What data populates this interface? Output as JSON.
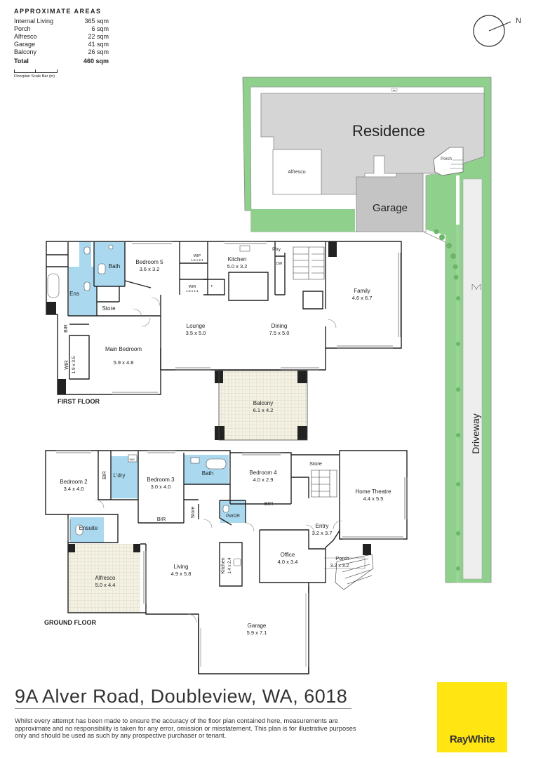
{
  "areas": {
    "heading": "APPROXIMATE AREAS",
    "rows": [
      {
        "label": "Internal Living",
        "value": "365 sqm"
      },
      {
        "label": "Porch",
        "value": "6 sqm"
      },
      {
        "label": "Alfresco",
        "value": "22 sqm"
      },
      {
        "label": "Garage",
        "value": "41 sqm"
      },
      {
        "label": "Balcony",
        "value": "26 sqm"
      }
    ],
    "total_label": "Total",
    "total_value": "460 sqm",
    "scale_label": "Floorplan Scale Bar (m)"
  },
  "compass": {
    "label": "N"
  },
  "site": {
    "residence": "Residence",
    "alfresco": "Alfresco",
    "garage": "Garage",
    "porch": "Porch",
    "driveway": "Driveway",
    "tap": "tap"
  },
  "first_floor": {
    "label": "FIRST FLOOR",
    "rooms": [
      {
        "name": "Bedroom 5",
        "dims": "3.6 x 3.2"
      },
      {
        "name": "Kitchen",
        "dims": "5.0 x 3.2"
      },
      {
        "name": "Family",
        "dims": "4.6 x 6.7"
      },
      {
        "name": "Lounge",
        "dims": "3.5 x 5.0"
      },
      {
        "name": "Dining",
        "dims": "7.5 x 5.0"
      },
      {
        "name": "Main Bedroom",
        "dims": "5.9 x 4.8"
      },
      {
        "name": "Balcony",
        "dims": "6.1 x 4.2"
      }
    ],
    "labels": {
      "bath": "Bath",
      "ens": "Ens",
      "store": "Store",
      "bir": "BIR",
      "wir_main": "WIR",
      "wir_main_dims": "1.9 x 3.5",
      "wip": "WIP",
      "wip_dims": "1.6 x 2.1",
      "wir_small": "WIR",
      "wir_small_dims": "1.6 x 1.1",
      "pantry": "P'try",
      "dw": "DW",
      "f": "F"
    }
  },
  "ground_floor": {
    "label": "GROUND FLOOR",
    "rooms": [
      {
        "name": "Bedroom 2",
        "dims": "3.4 x 4.0"
      },
      {
        "name": "Bedroom 3",
        "dims": "3.0 x 4.0"
      },
      {
        "name": "Bedroom 4",
        "dims": "4.0 x 2.9"
      },
      {
        "name": "Home Theatre",
        "dims": "4.4 x 5.5"
      },
      {
        "name": "Entry",
        "dims": "3.2 x 3.7"
      },
      {
        "name": "Office",
        "dims": "4.0 x 3.4"
      },
      {
        "name": "Porch",
        "dims": "3.2 x 3.2"
      },
      {
        "name": "Living",
        "dims": "4.9 x 5.8"
      },
      {
        "name": "Alfresco",
        "dims": "5.0 x 4.4"
      },
      {
        "name": "Garage",
        "dims": "5.9 x 7.1"
      }
    ],
    "labels": {
      "bir1": "BIR",
      "ldry": "L'dry",
      "wm": "WM",
      "bath": "Bath",
      "store_top": "Store",
      "bir2": "BIR",
      "bir3": "BIR",
      "store_side": "Store",
      "pwdr": "PWDR",
      "ensuite": "Ensuite",
      "kitchen": "Kitchen",
      "kitchen_dims": "1.4 x 2.4"
    }
  },
  "footer": {
    "address": "9A Alver Road, Doubleview, WA, 6018",
    "disclaimer": "Whilst every attempt has been made to ensure the accuracy of the floor plan contained here, measurements are approximate and no responsibility is taken for any error, omission or misstatement. This plan is for illustrative purposes only and should be used as such by any prospective purchaser or tenant.",
    "logo": "RayWhite"
  }
}
